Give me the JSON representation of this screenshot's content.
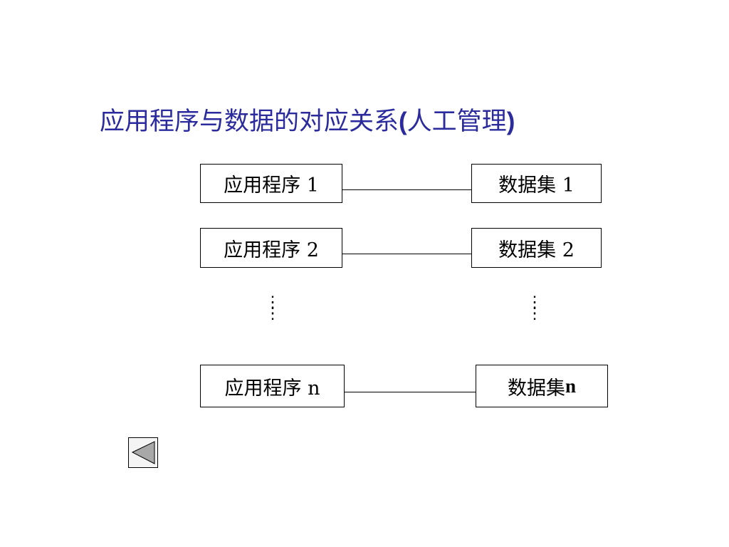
{
  "title": {
    "main": "应用程序与数据的对应关系",
    "paren_open": "(",
    "sub": "人工管理",
    "paren_close": ")"
  },
  "applications": [
    {
      "label": "应用程序 1"
    },
    {
      "label": "应用程序 2"
    },
    {
      "label": "应用程序 n"
    }
  ],
  "datasets": [
    {
      "label": "数据集 1"
    },
    {
      "label": "数据集 2"
    },
    {
      "label_text": "数据集",
      "label_suffix": "n"
    }
  ],
  "ellipsis": "⋮",
  "nav": {
    "back_icon": "triangle-left-icon"
  },
  "colors": {
    "title": "#2b2b9e",
    "nav_triangle": "#a8a8a8"
  }
}
